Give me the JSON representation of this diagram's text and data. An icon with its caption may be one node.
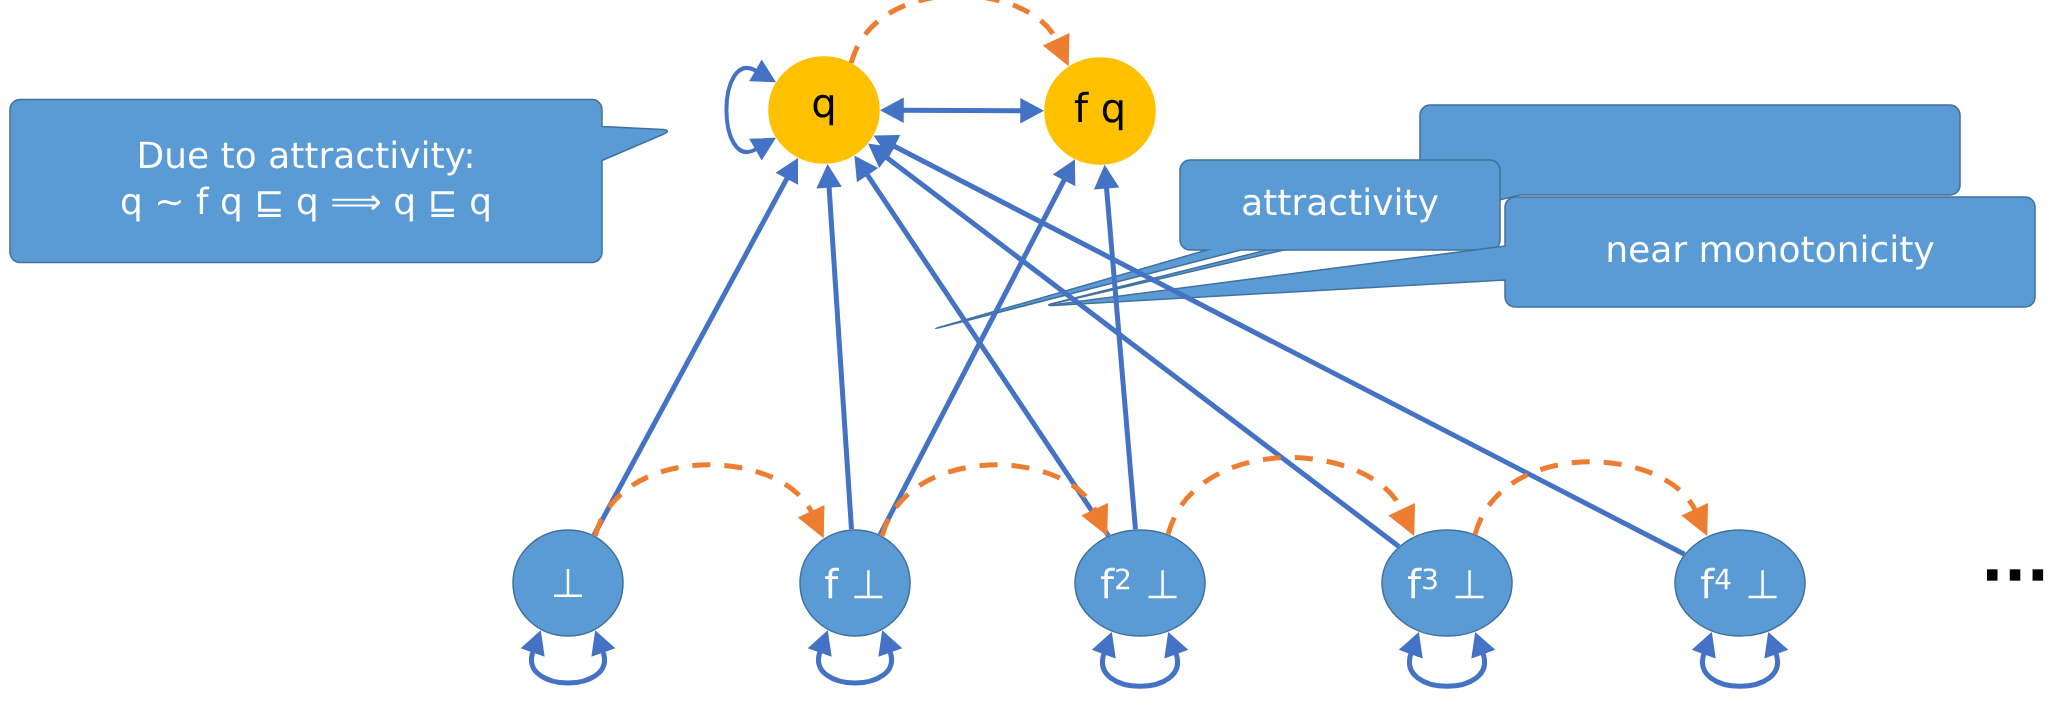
{
  "diagram": {
    "nodes": [
      {
        "text": [
          "Due to attractivity:",
          "q ∼ f q ⊑ q ⟹ q ⊑ q"
        ]
      },
      {
        "text": [
          "q"
        ]
      },
      {
        "text": [
          "f q"
        ]
      },
      {
        "text": [],
        "shape": "box"
      },
      {
        "text": [
          "attractivity"
        ]
      },
      {
        "text": [
          "near monotonicity"
        ]
      },
      {
        "text": [
          "⊥"
        ]
      },
      {
        "text": [
          "f ⊥"
        ]
      },
      {
        "text": [
          "f$^{2}$ ⊥"
        ]
      },
      {
        "text": [
          "f$^{3}$ ⊥"
        ]
      },
      {
        "text": [
          "f$^{4}$ ⊥"
        ]
      }
    ],
    "edges": [
      {
        "from": 1,
        "to": 2,
        "arrow": "both"
      },
      {
        "from": 1,
        "to": 1,
        "arrow": "both"
      },
      {
        "from": 1,
        "to": 2,
        "arrow": "to",
        "style": "dashed",
        "color": "#ed7d31"
      },
      {
        "from": 6,
        "to": 1,
        "arrow": "to"
      },
      {
        "from": 7,
        "to": 1,
        "arrow": "to"
      },
      {
        "from": 7,
        "to": 2,
        "arrow": "to"
      },
      {
        "from": 8,
        "to": 1,
        "arrow": "to"
      },
      {
        "from": 8,
        "to": 2,
        "arrow": "to"
      },
      {
        "from": 9,
        "to": 1,
        "arrow": "to"
      },
      {
        "from": 10,
        "to": 1,
        "arrow": "to"
      },
      {
        "from": 6,
        "to": 7,
        "arrow": "to",
        "style": "dashed",
        "color": "#ed7d31"
      },
      {
        "from": 7,
        "to": 8,
        "arrow": "to",
        "style": "dashed",
        "color": "#ed7d31"
      },
      {
        "from": 8,
        "to": 9,
        "arrow": "to",
        "style": "dashed",
        "color": "#ed7d31"
      },
      {
        "from": 9,
        "to": 10,
        "arrow": "to",
        "style": "dashed",
        "color": "#ed7d31"
      },
      {
        "from": 6,
        "to": 6,
        "arrow": "both"
      },
      {
        "from": 7,
        "to": 7,
        "arrow": "both"
      },
      {
        "from": 8,
        "to": 8,
        "arrow": "both"
      },
      {
        "from": 9,
        "to": 9,
        "arrow": "both"
      },
      {
        "from": 10,
        "to": 10,
        "arrow": "both"
      }
    ],
    "labels": [
      "..."
    ]
  }
}
